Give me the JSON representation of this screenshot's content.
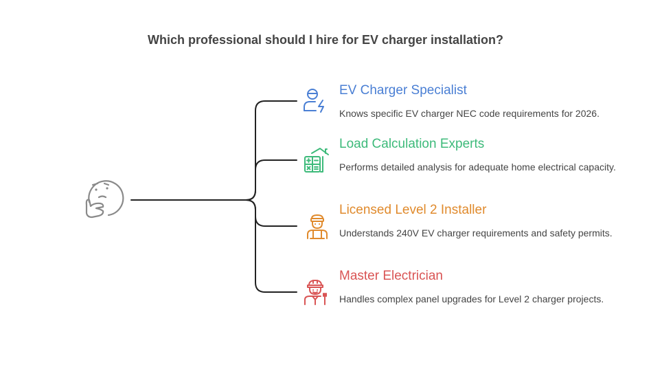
{
  "title": "Which professional should I hire for EV charger installation?",
  "icons": {
    "root": "thinking-face-icon"
  },
  "options": [
    {
      "title": "EV Charger Specialist",
      "description": "Knows specific EV charger NEC code requirements for 2026.",
      "color": "#4a7fd4",
      "icon": "person-lightning-icon"
    },
    {
      "title": "Load Calculation Experts",
      "description": "Performs detailed analysis for adequate home electrical capacity.",
      "color": "#3dba7a",
      "icon": "house-calculator-icon"
    },
    {
      "title": "Licensed Level 2 Installer",
      "description": "Understands 240V EV charger requirements and safety permits.",
      "color": "#e08a2c",
      "icon": "worker-icon"
    },
    {
      "title": "Master Electrician",
      "description": "Handles complex panel upgrades for Level 2 charger projects.",
      "color": "#d95454",
      "icon": "electrician-icon"
    }
  ]
}
